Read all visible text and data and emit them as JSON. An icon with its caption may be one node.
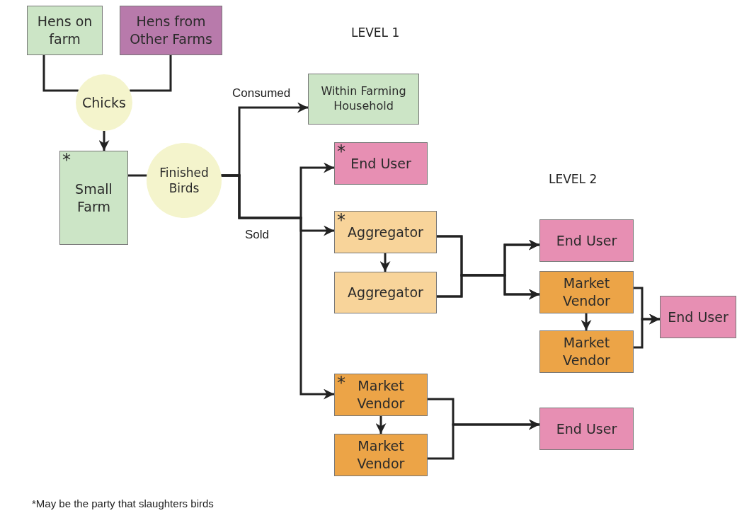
{
  "diagram": {
    "nodes": [
      {
        "text": [
          "Hens on farm"
        ]
      },
      {
        "text": [
          "Hens from Other Farms"
        ]
      },
      {
        "text": [
          "Chicks"
        ]
      },
      {
        "text": [
          "*",
          "Small Farm"
        ]
      },
      {
        "text": [
          "Finished Birds"
        ]
      },
      {
        "text": [
          "Within Farming Household"
        ]
      },
      {
        "text": [
          "*",
          "End User"
        ]
      },
      {
        "text": [
          "*",
          "Aggregator"
        ]
      },
      {
        "text": [
          "Aggregator"
        ]
      },
      {
        "text": [
          "End User"
        ]
      },
      {
        "text": [
          "Market Vendor"
        ]
      },
      {
        "text": [
          "Market Vendor"
        ]
      },
      {
        "text": [
          "End User"
        ]
      },
      {
        "text": [
          "*",
          "Market Vendor"
        ]
      },
      {
        "text": [
          "Market Vendor"
        ]
      },
      {
        "text": [
          "End User"
        ]
      }
    ],
    "edges": [
      {
        "from": 0,
        "to": 2,
        "arrow": "none"
      },
      {
        "from": 1,
        "to": 2,
        "arrow": "none"
      },
      {
        "from": 2,
        "to": 3,
        "arrow": "to"
      },
      {
        "from": 3,
        "to": 4,
        "arrow": "none"
      },
      {
        "from": 4,
        "to": 5,
        "arrow": "to",
        "label": "Consumed"
      },
      {
        "from": 4,
        "to": 6,
        "arrow": "to",
        "label": "Sold"
      },
      {
        "from": 4,
        "to": 7,
        "arrow": "to"
      },
      {
        "from": 4,
        "to": 13,
        "arrow": "to"
      },
      {
        "from": 7,
        "to": 8,
        "arrow": "to"
      },
      {
        "from": 7,
        "to": 9,
        "arrow": "to"
      },
      {
        "from": 7,
        "to": 10,
        "arrow": "to"
      },
      {
        "from": 8,
        "to": 9,
        "arrow": "to"
      },
      {
        "from": 8,
        "to": 10,
        "arrow": "to"
      },
      {
        "from": 10,
        "to": 11,
        "arrow": "to"
      },
      {
        "from": 10,
        "to": 12,
        "arrow": "to"
      },
      {
        "from": 11,
        "to": 12,
        "arrow": "to"
      },
      {
        "from": 13,
        "to": 14,
        "arrow": "to"
      },
      {
        "from": 13,
        "to": 15,
        "arrow": "to"
      },
      {
        "from": 14,
        "to": 15,
        "arrow": "to"
      }
    ],
    "labels": [
      "LEVEL 1",
      "LEVEL 2",
      "*May be the party that slaughters birds"
    ]
  }
}
